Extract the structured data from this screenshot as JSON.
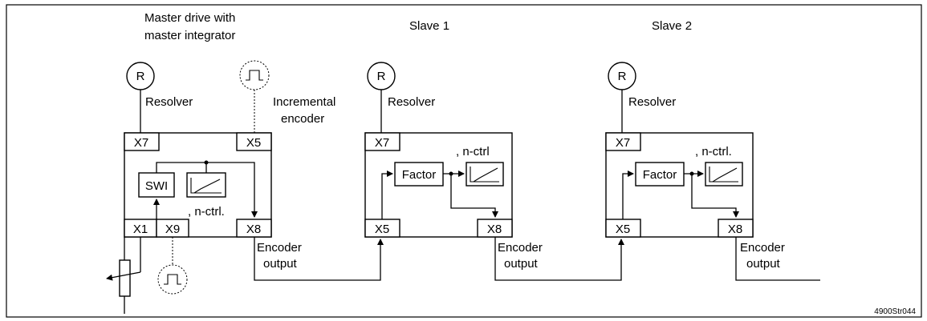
{
  "master": {
    "title_line1": "Master drive with",
    "title_line2": "master integrator",
    "resolver_symbol": "R",
    "resolver_label": "Resolver",
    "inc_label_line1": "Incremental",
    "inc_label_line2": "encoder",
    "port_x7": "X7",
    "port_x5": "X5",
    "port_x1": "X1",
    "port_x9": "X9",
    "port_x8": "X8",
    "swi_label": "SWI",
    "nctrl_label": ", n-ctrl.",
    "enc_out_line1": "Encoder",
    "enc_out_line2": "output"
  },
  "slave1": {
    "title": "Slave 1",
    "resolver_symbol": "R",
    "resolver_label": "Resolver",
    "port_x7": "X7",
    "port_x5": "X5",
    "port_x8": "X8",
    "factor_label": "Factor",
    "nctrl_label": ", n-ctrl",
    "enc_out_line1": "Encoder",
    "enc_out_line2": "output"
  },
  "slave2": {
    "title": "Slave 2",
    "resolver_symbol": "R",
    "resolver_label": "Resolver",
    "port_x7": "X7",
    "port_x5": "X5",
    "port_x8": "X8",
    "factor_label": "Factor",
    "nctrl_label": ", n-ctrl.",
    "enc_out_line1": "Encoder",
    "enc_out_line2": "output"
  },
  "figure_id": "4900Str044"
}
